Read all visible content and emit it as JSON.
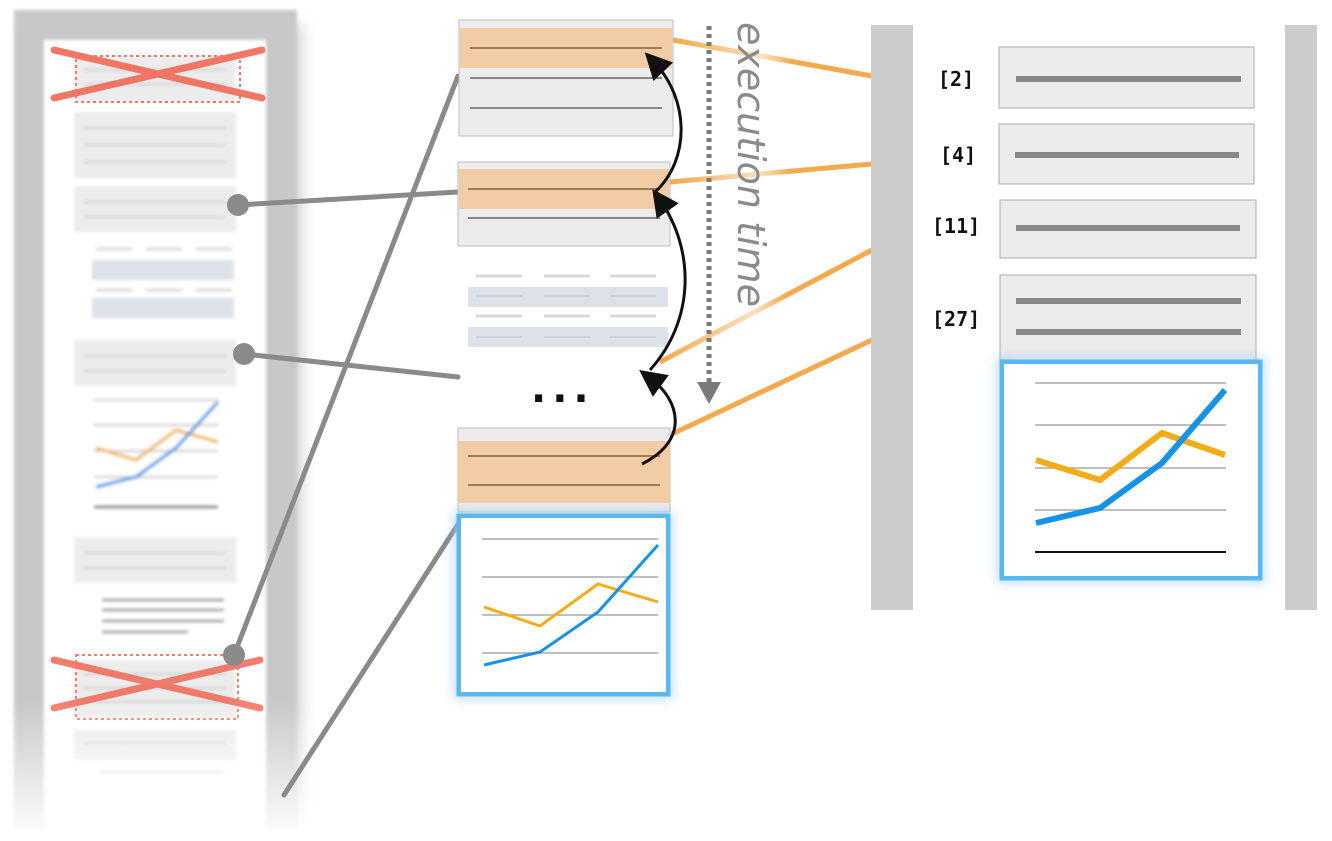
{
  "annotation": {
    "time_label": "execution time",
    "ellipsis": "..."
  },
  "cell_labels": [
    "[2]",
    "[4]",
    "[11]",
    "[27]"
  ],
  "colors": {
    "highlight_fill": "#f2cca4",
    "connector_orange": "#f3a94c",
    "connector_gray": "#8a8a8a",
    "delete_red": "#f26c5a",
    "chart_blue": "#1692e6",
    "chart_yellow": "#f2ad16",
    "focus_glow": "#5ab8f0"
  }
}
